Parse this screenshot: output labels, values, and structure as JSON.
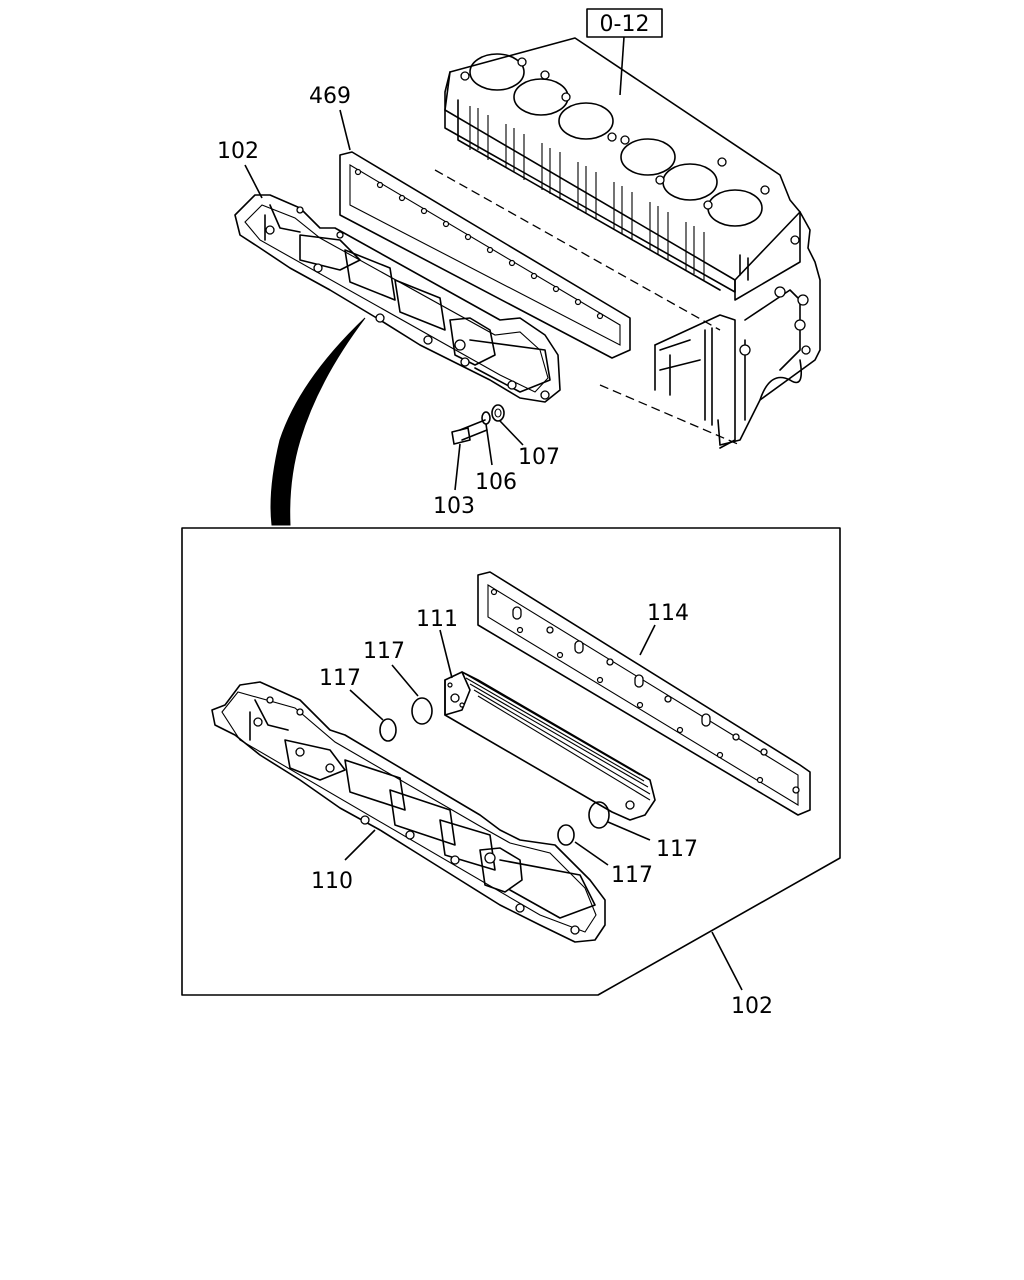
{
  "reference_box": "0-12",
  "callouts": {
    "gasket_top": "469",
    "assembly_top": "102",
    "bolt": "103",
    "washer_inner": "106",
    "washer_outer": "107",
    "element": "111",
    "gasket_inset": "114",
    "oring_a": "117",
    "oring_b": "117",
    "oring_c": "117",
    "oring_d": "117",
    "cover": "110",
    "assembly_bottom": "102"
  }
}
